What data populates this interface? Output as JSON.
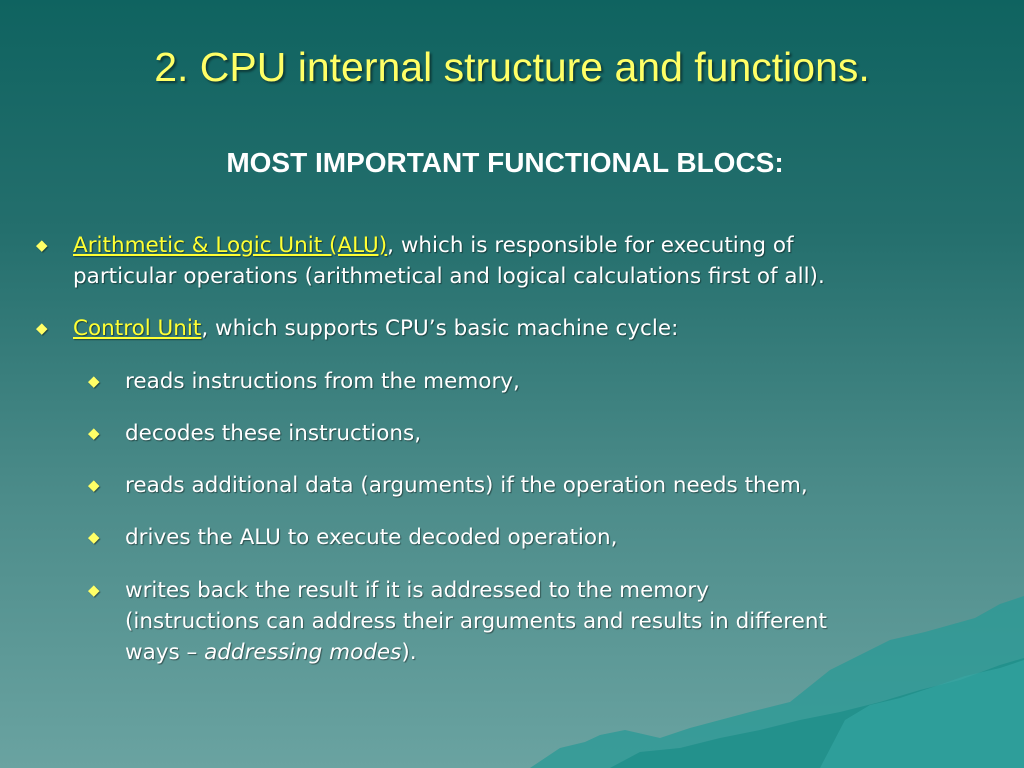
{
  "title": "2. CPU internal structure and functions.",
  "subtitle": "MOST IMPORTANT FUNCTIONAL BLOCS:",
  "bullet_marker": "◆",
  "colors": {
    "title": "#ffff66",
    "highlight": "#ffff33",
    "text": "#ffffff",
    "background_top": "#0f6360",
    "background_bottom": "#6aa3a1"
  },
  "items": [
    {
      "term": "Arithmetic & Logic Unit (ALU)",
      "line1_rest": ", which is responsible for executing of",
      "line2": "particular operations (arithmetical and logical calculations first of all)."
    },
    {
      "term": "Control Unit",
      "rest": ", which supports CPU’s basic machine cycle:"
    }
  ],
  "subitems": [
    "reads instructions from the memory,",
    "decodes these instructions,",
    "reads additional data (arguments) if the operation needs them,",
    "drives the ALU to execute decoded operation,"
  ],
  "last_subitem": {
    "line1": "writes back the result if it is addressed to the memory",
    "line2": "(instructions can address their arguments and results in different",
    "line3_prefix": "ways – ",
    "line3_em": "addressing modes",
    "line3_suffix": ")."
  }
}
